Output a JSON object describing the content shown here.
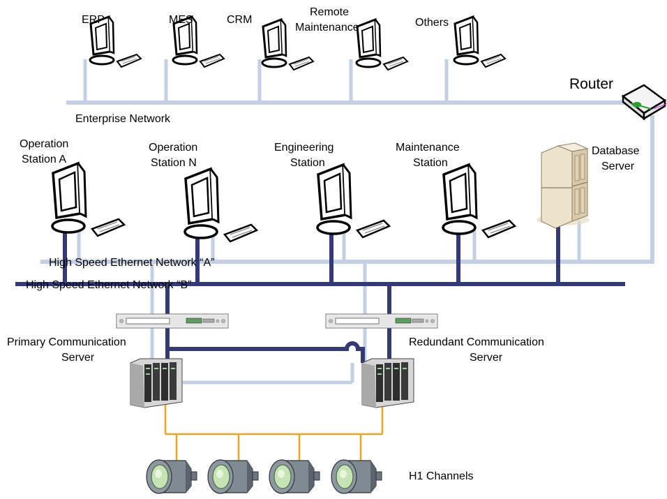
{
  "enterprise": {
    "network_label": "Enterprise Network",
    "stations": [
      {
        "label": "ERP"
      },
      {
        "label": "MES"
      },
      {
        "label": "CRM"
      },
      {
        "label_line1": "Remote",
        "label_line2": "Maintenance"
      },
      {
        "label": "Others"
      }
    ],
    "router_label": "Router"
  },
  "control": {
    "stations": [
      {
        "line1": "Operation",
        "line2": "Station A"
      },
      {
        "line1": "Operation",
        "line2": "Station N"
      },
      {
        "line1": "Engineering",
        "line2": "Station"
      },
      {
        "line1": "Maintenance",
        "line2": "Station"
      }
    ],
    "database": {
      "line1": "Database",
      "line2": "Server"
    },
    "network_a_label": "High Speed Ethernet Network “A”",
    "network_b_label": "High Speed Ethernet Network “B”"
  },
  "servers": {
    "primary": {
      "line1": "Primary Communication",
      "line2": "Server"
    },
    "redundant": {
      "line1": "Redundant Communication",
      "line2": "Server"
    }
  },
  "h1_label": "H1 Channels",
  "colors": {
    "enterprise_line": "#c3cfe2",
    "network_a": "#c3cfe2",
    "network_b": "#343a78",
    "h1_line": "#f4a41b"
  }
}
